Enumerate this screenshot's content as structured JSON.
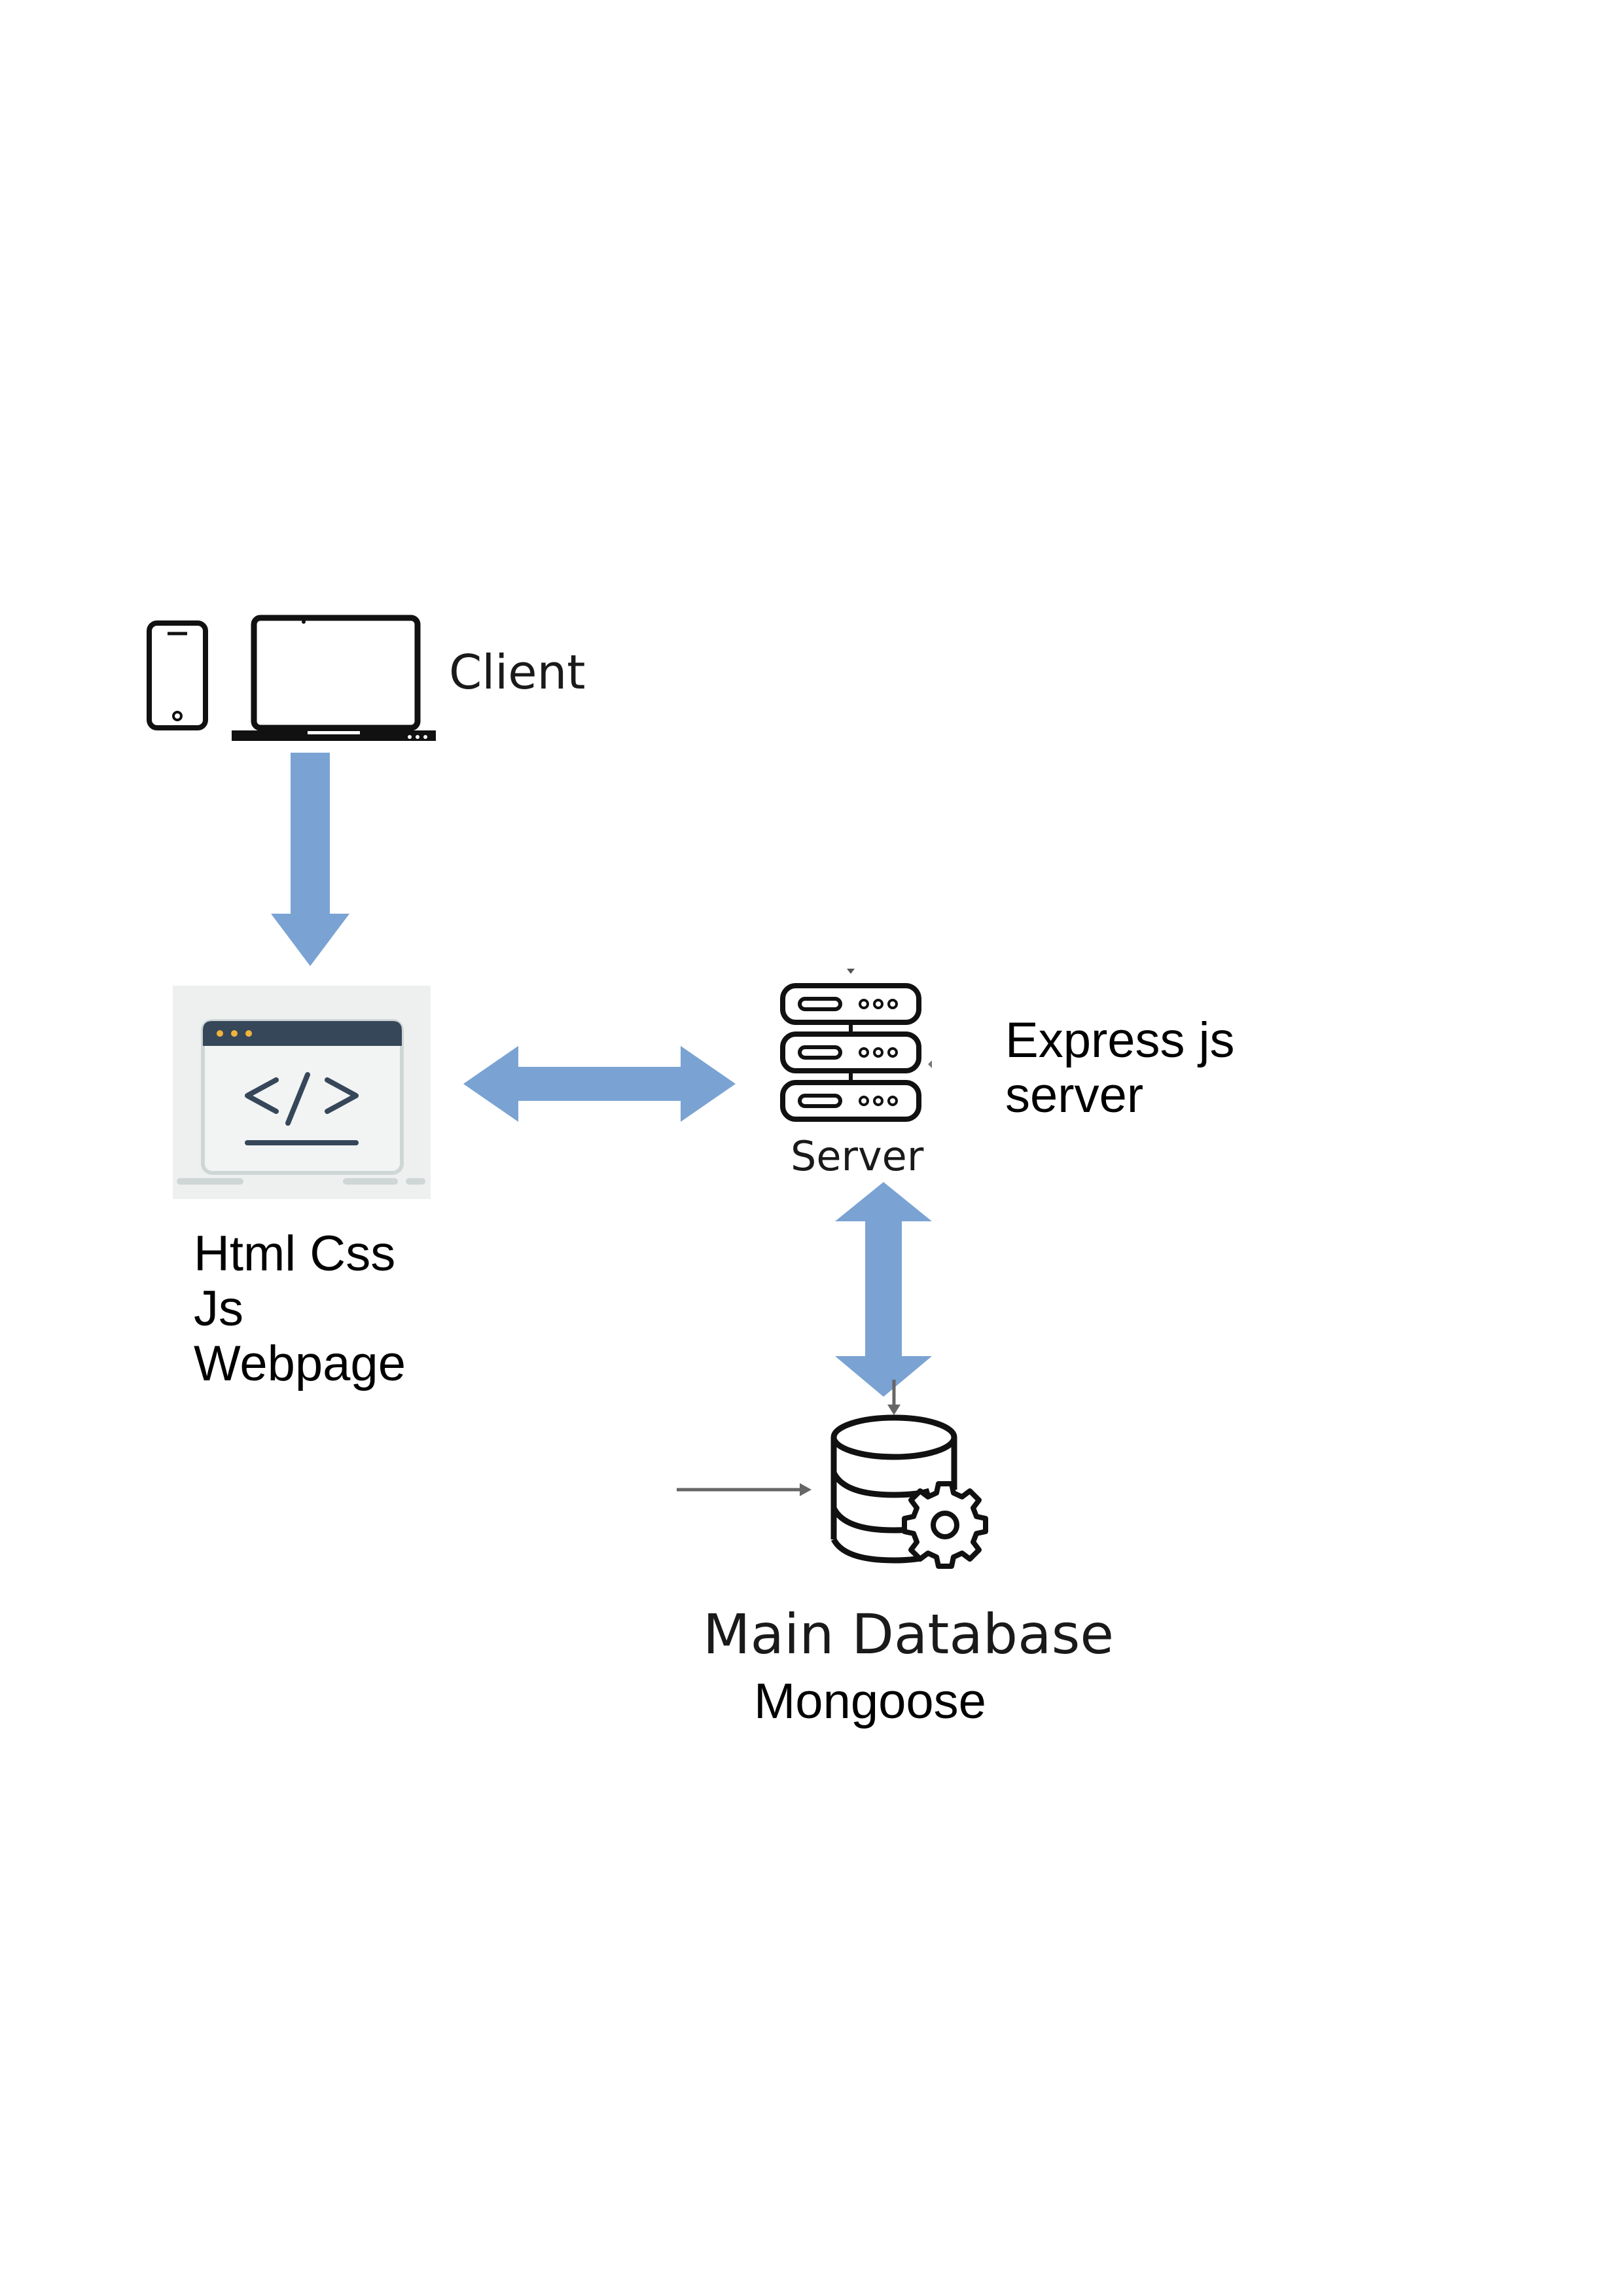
{
  "nodes": {
    "client": {
      "label": "Client"
    },
    "webpage": {
      "lines": [
        "Html Css",
        "Js",
        "Webpage"
      ]
    },
    "server": {
      "caption": "Server",
      "lines": [
        "Express js",
        "server"
      ]
    },
    "database": {
      "title": "Main Database",
      "subtitle": "Mongoose"
    }
  },
  "colors": {
    "arrow": "#7aa3d3",
    "icon": "#111111",
    "webpage_bg": "#eef0f0",
    "webpage_bar": "#37475a",
    "webpage_dots": "#f0b43c"
  },
  "icons": [
    "phone-icon",
    "laptop-icon",
    "code-window-icon",
    "server-rack-icon",
    "database-gear-icon"
  ]
}
